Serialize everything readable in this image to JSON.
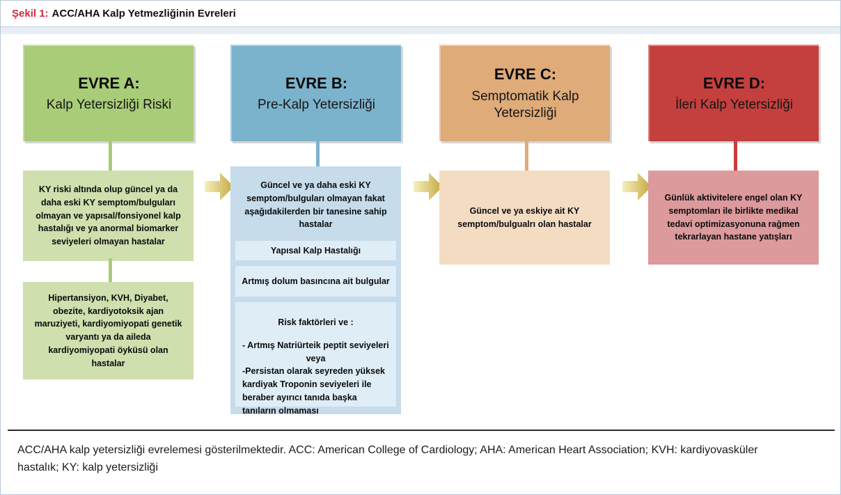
{
  "figure": {
    "number_label": "Şekil 1:",
    "title": "ACC/AHA Kalp Yetmezliğinin Evreleri"
  },
  "stages": [
    {
      "id": "a",
      "stage_label": "EVRE A:",
      "subtitle": "Kalp Yetersizliği Riski",
      "header_color": "#a8cc78",
      "body_color": "#cfdfae",
      "bodies": [
        "KY riski altında olup güncel ya da daha eski KY semptom/bulguları olmayan ve yapısal/fonsiyonel kalp hastalığı ve ya anormal biomarker seviyeleri olmayan hastalar",
        "Hipertansiyon, KVH, Diyabet, obezite, kardiyotoksik ajan maruziyeti, kardiyomiyopati genetik varyantı ya da aileda kardiyomiyopati öyküsü olan hastalar"
      ]
    },
    {
      "id": "b",
      "stage_label": "EVRE B:",
      "subtitle": "Pre-Kalp Yetersizliği",
      "header_color": "#7cb3cc",
      "body_color": "#c6dceb",
      "intro": "Güncel ve ya daha eski KY semptom/bulguları olmayan fakat aşağıdakilerden bir tanesine sahip hastalar",
      "items": [
        "Yapısal Kalp Hastalığı",
        "Artmış dolum basıncına ait bulgular"
      ],
      "risk_block": {
        "heading": "Risk faktörleri ve :",
        "line1": "- Artmış Natriürteik peptit seviyeleri",
        "line1b": "veya",
        "line2": "-Persistan olarak seyreden yüksek kardiyak Troponin seviyeleri ile beraber ayırıcı tanıda başka tanıların olmaması"
      }
    },
    {
      "id": "c",
      "stage_label": "EVRE C:",
      "subtitle": "Semptomatik Kalp Yetersizliği",
      "header_color": "#deab79",
      "body_color": "#f3dcc2",
      "bodies": [
        "Güncel ve ya eskiye ait KY semptom/bulgualrı olan hastalar"
      ]
    },
    {
      "id": "d",
      "stage_label": "EVRE D:",
      "subtitle": "İleri Kalp Yetersizliği",
      "header_color": "#c4403e",
      "body_color": "#dc9a9c",
      "bodies": [
        "Günlük aktivitelere engel olan KY semptomları ile birlikte medikal tedavi optimizasyonuna rağmen tekrarlayan hastane yatışları"
      ]
    }
  ],
  "arrows": {
    "color_light": "#f2ecb0",
    "color_dark": "#c7ab43",
    "count": 3
  },
  "footer": {
    "caption": "ACC/AHA kalp yetersizliği evrelemesi gösterilmektedir. ACC: American College of Cardiology; AHA: American Heart Association; KVH: kardiyovasküler hastalık; KY: kalp yetersizliği"
  }
}
